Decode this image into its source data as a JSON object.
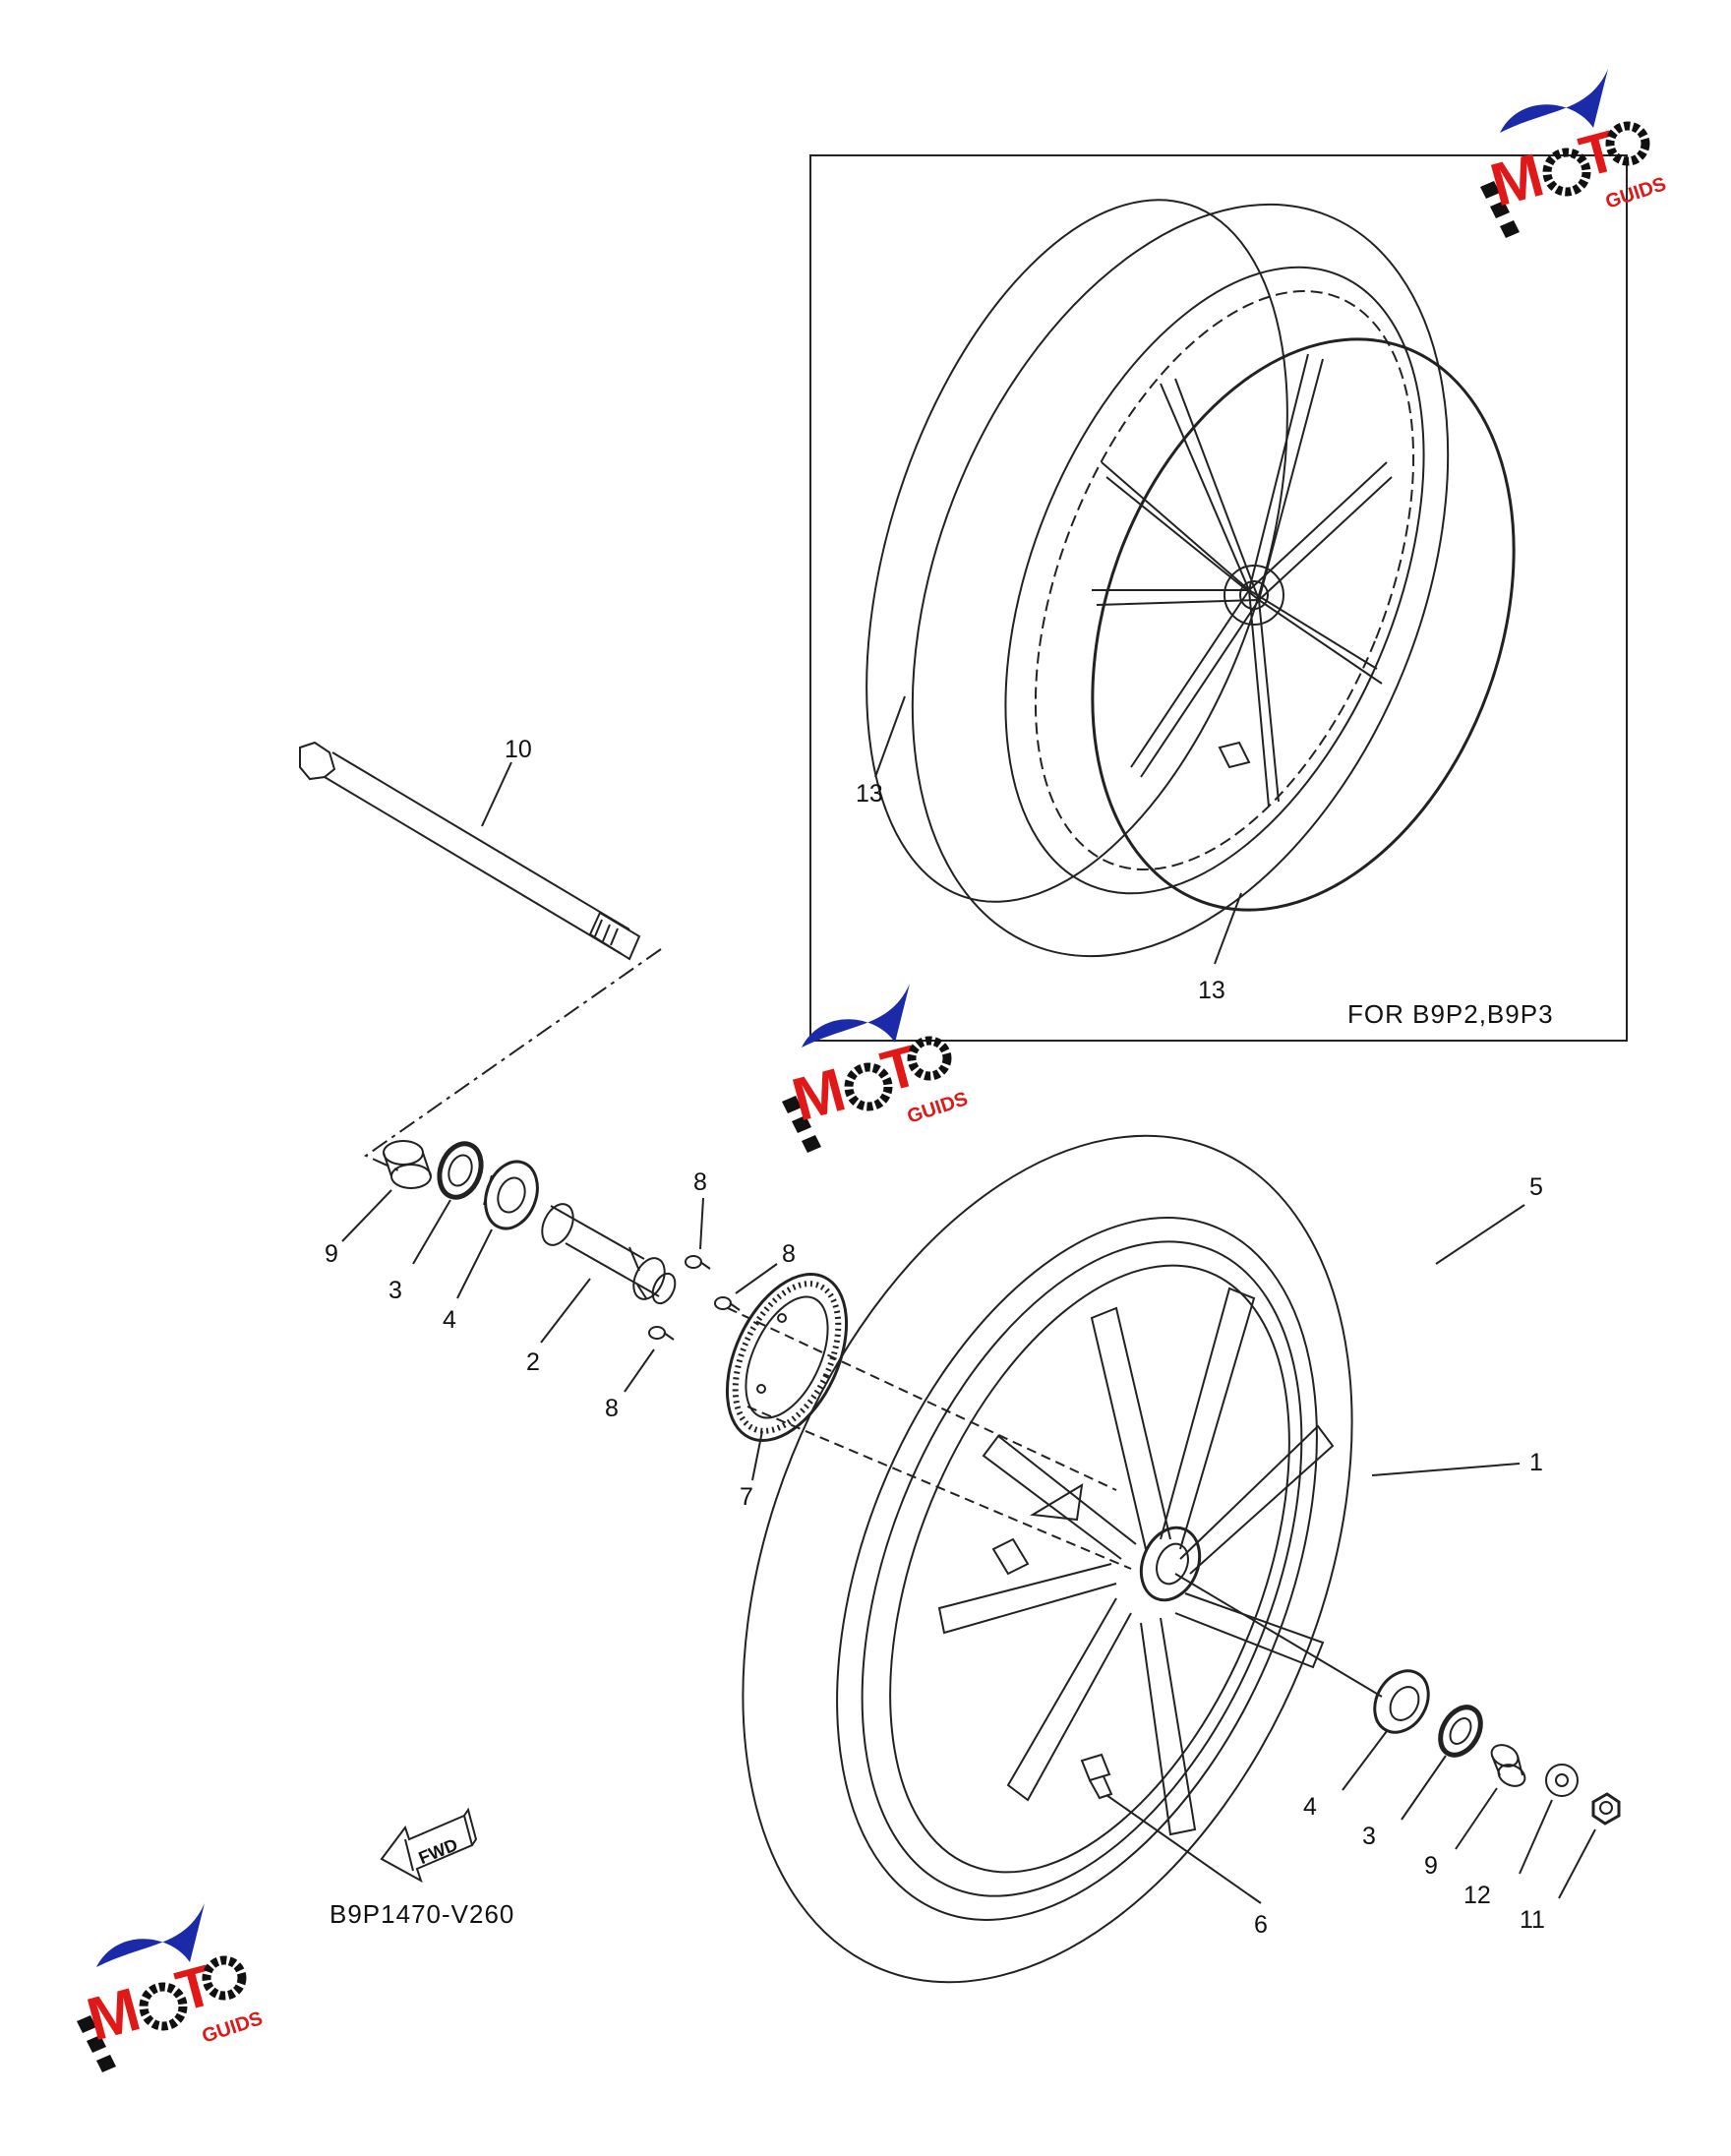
{
  "diagram": {
    "code": "B9P1470-V260",
    "inset_note": "FOR B9P2,B9P3",
    "fwd_label": "FWD",
    "callouts": {
      "c1": "1",
      "c2": "2",
      "c3a": "3",
      "c3b": "3",
      "c4a": "4",
      "c4b": "4",
      "c5": "5",
      "c6": "6",
      "c7": "7",
      "c8a": "8",
      "c8b": "8",
      "c8c": "8",
      "c9a": "9",
      "c9b": "9",
      "c10": "10",
      "c11": "11",
      "c12": "12",
      "c13a": "13",
      "c13b": "13"
    }
  },
  "watermark": {
    "letters_m": "M",
    "letters_t": "T",
    "suffix": "GUIDS",
    "colors": {
      "blue": "#1a2aa8",
      "red": "#e01818",
      "black": "#111111"
    }
  }
}
